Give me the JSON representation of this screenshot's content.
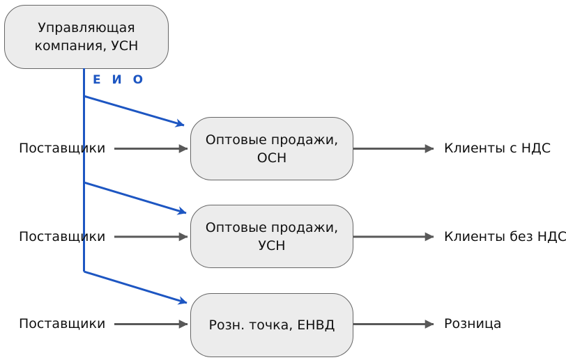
{
  "colors": {
    "blue": "#1d56c2",
    "gray": "#595959",
    "node_fill": "#ececec",
    "node_border": "#666666",
    "text": "#111111"
  },
  "nodes": {
    "root": {
      "line1": "Управляющая",
      "line2": "компания, УСН"
    },
    "wholesale_osn": {
      "line1": "Оптовые продажи,",
      "line2": "ОСН"
    },
    "wholesale_usn": {
      "line1": "Оптовые продажи,",
      "line2": "УСН"
    },
    "retail_envd": {
      "line1": "Розн. точка, ЕНВД"
    }
  },
  "edge_labels": {
    "eio": "Е И О"
  },
  "left_labels": [
    "Поставщики",
    "Поставщики",
    "Поставщики"
  ],
  "right_labels": [
    "Клиенты с НДС",
    "Клиенты без НДС",
    "Розница"
  ]
}
